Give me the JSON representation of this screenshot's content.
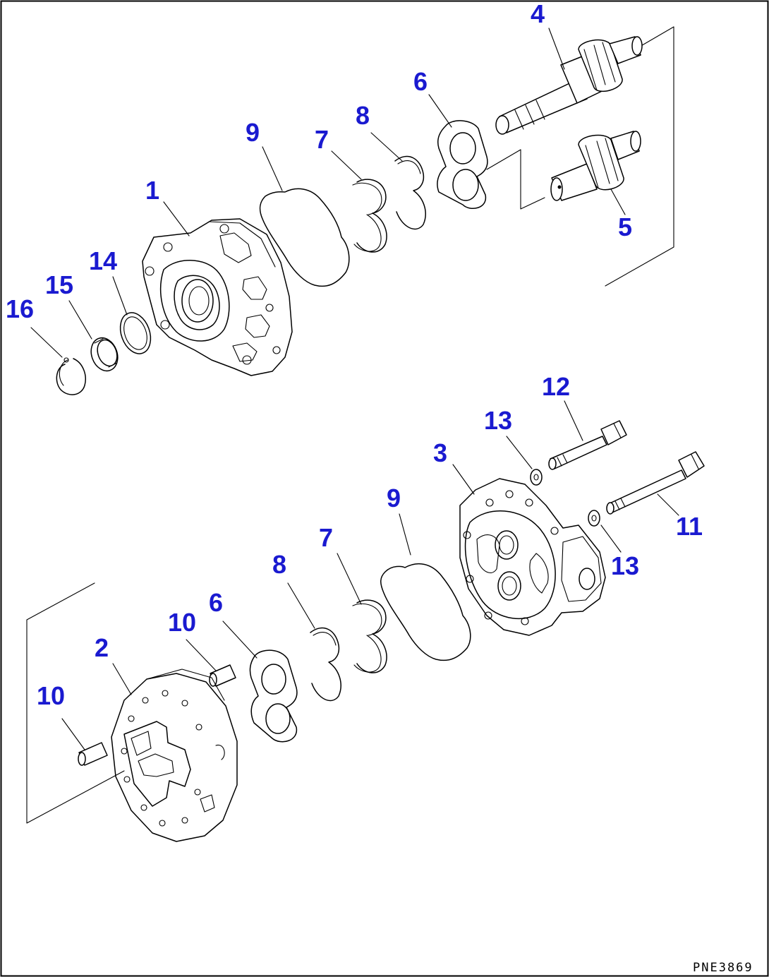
{
  "drawing_code": "PNE3869",
  "callouts": [
    {
      "id": "c4",
      "label": "4"
    },
    {
      "id": "c6a",
      "label": "6"
    },
    {
      "id": "c8a",
      "label": "8"
    },
    {
      "id": "c9a",
      "label": "9"
    },
    {
      "id": "c7a",
      "label": "7"
    },
    {
      "id": "c1",
      "label": "1"
    },
    {
      "id": "c5",
      "label": "5"
    },
    {
      "id": "c14",
      "label": "14"
    },
    {
      "id": "c15",
      "label": "15"
    },
    {
      "id": "c16",
      "label": "16"
    },
    {
      "id": "c12",
      "label": "12"
    },
    {
      "id": "c13a",
      "label": "13"
    },
    {
      "id": "c3",
      "label": "3"
    },
    {
      "id": "c9b",
      "label": "9"
    },
    {
      "id": "c11",
      "label": "11"
    },
    {
      "id": "c13b",
      "label": "13"
    },
    {
      "id": "c7b",
      "label": "7"
    },
    {
      "id": "c8b",
      "label": "8"
    },
    {
      "id": "c6b",
      "label": "6"
    },
    {
      "id": "c10a",
      "label": "10"
    },
    {
      "id": "c2",
      "label": "2"
    },
    {
      "id": "c10b",
      "label": "10"
    }
  ],
  "colors": {
    "callout": "#1a1ad0",
    "line": "#000000",
    "background": "#ffffff"
  }
}
